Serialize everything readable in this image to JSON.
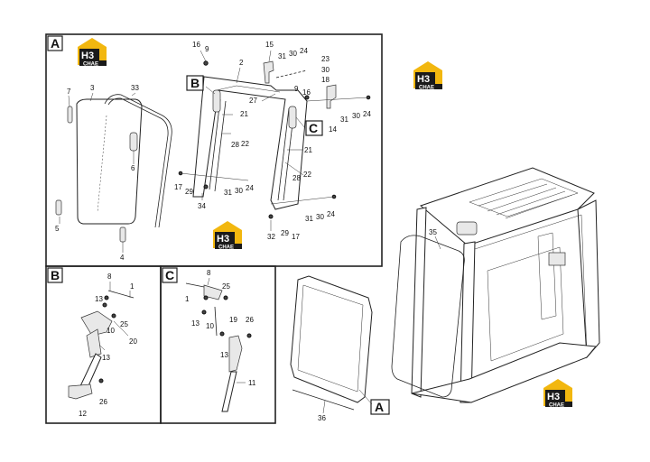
{
  "panels": {
    "a": {
      "tag": "A"
    },
    "b": {
      "tag": "B"
    },
    "c": {
      "tag": "C"
    }
  },
  "callouts": {
    "b_ref": "B",
    "c_ref": "C",
    "a_ref": "A"
  },
  "logo": {
    "mark": "H3",
    "text": "CHAE"
  },
  "colors": {
    "logo_yellow": "#F2B70F",
    "logo_black": "#1a1a1a",
    "frame": "#222222"
  },
  "labels_a": [
    "16",
    "9",
    "15",
    "31",
    "30",
    "24",
    "2",
    "23",
    "30",
    "18",
    "7",
    "3",
    "33",
    "B",
    "27",
    "9",
    "16",
    "21",
    "C",
    "31",
    "30",
    "24",
    "14",
    "28",
    "22",
    "6",
    "21",
    "28",
    "22",
    "17",
    "29",
    "31",
    "30",
    "24",
    "34",
    "5",
    "4",
    "31",
    "30",
    "24",
    "32",
    "29",
    "17"
  ],
  "labels_b": [
    "8",
    "1",
    "13",
    "10",
    "25",
    "20",
    "13",
    "26",
    "12"
  ],
  "labels_c": [
    "8",
    "25",
    "1",
    "13",
    "10",
    "19",
    "26",
    "13",
    "11"
  ],
  "labels_main": [
    "35",
    "36"
  ]
}
